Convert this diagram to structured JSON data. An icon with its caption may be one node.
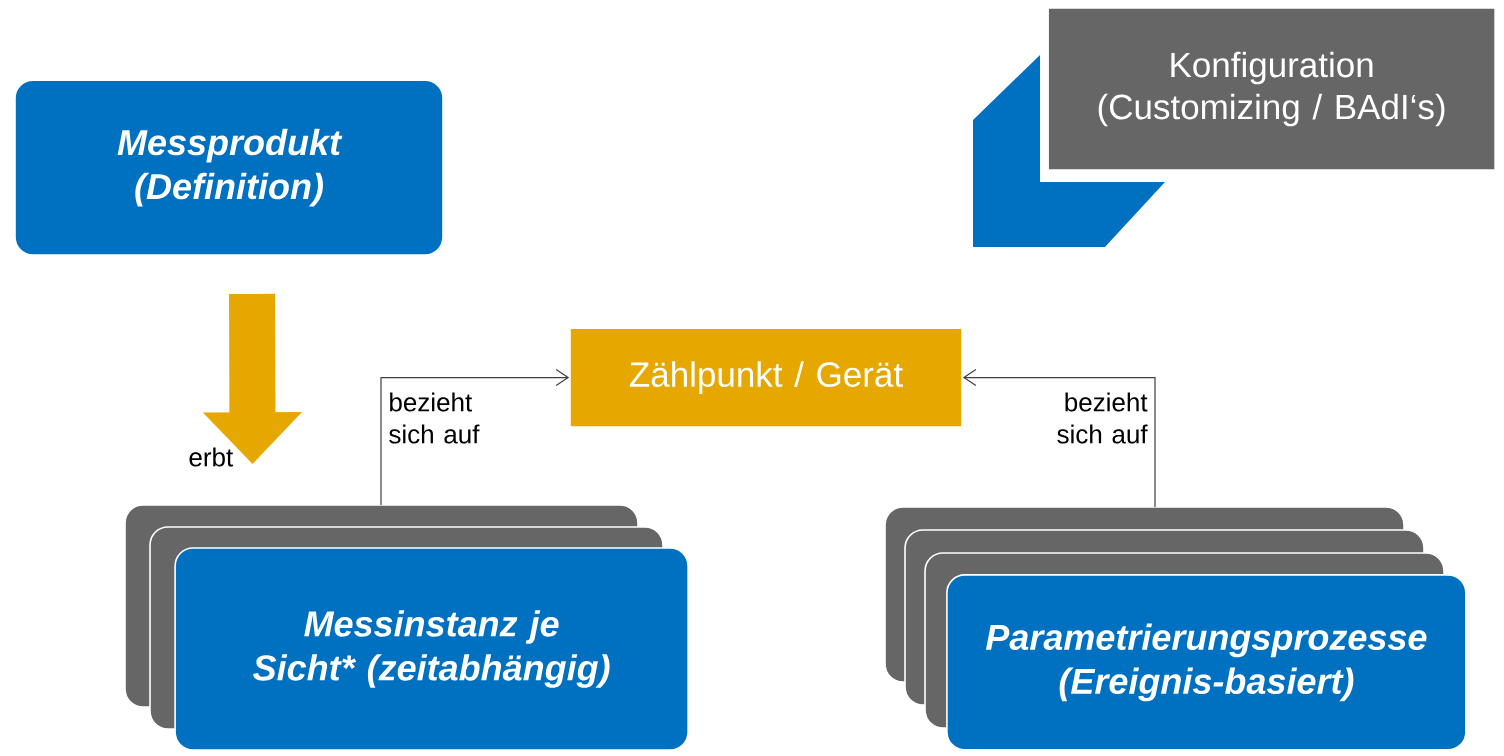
{
  "diagram": {
    "nodes": [
      {
        "text": [
          "Messprodukt (Definition)"
        ]
      },
      {
        "text": [
          "Konfiguration (Customizing / BAdI‘s)"
        ]
      },
      {
        "text": [
          "Zählpunkt / Gerät"
        ]
      },
      {
        "text": [
          "Messinstanz je Sicht* (zeitabhängig)"
        ]
      },
      {
        "text": [
          "Parametrierungsprozesse (Ereignis-basiert)"
        ]
      }
    ],
    "edges": [
      {
        "from": 0,
        "to": 3,
        "arrow": "to",
        "label": "erbt",
        "style": "thick",
        "color": "#e6a800"
      },
      {
        "from": 3,
        "to": 2,
        "arrow": "to",
        "label": "bezieht sich auf"
      },
      {
        "from": 4,
        "to": 2,
        "arrow": "to",
        "label": "bezieht sich auf"
      }
    ]
  }
}
